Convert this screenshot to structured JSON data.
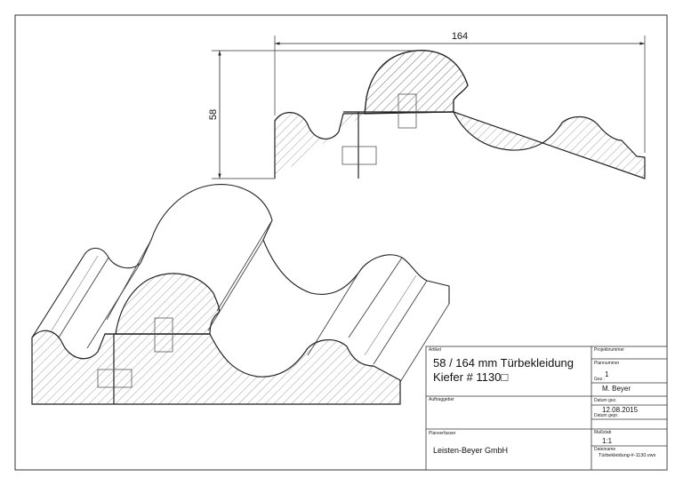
{
  "dimensions": {
    "width_label": "164",
    "height_label": "58"
  },
  "title_block": {
    "artikel_label": "Artikel",
    "artikel_line1": "58 / 164 mm Türbekleidung",
    "artikel_line2": "Kiefer # 1130□",
    "projektnummer_label": "Projektnummer",
    "plannummer_label": "Plannummer",
    "plannummer": "1",
    "gez_label": "Gez.:",
    "gez": "M. Beyer",
    "datum_gez_label": "Datum gez.",
    "datum_gez": "12.08.2015",
    "datum_gepr_label": "Datum gepr.",
    "auftraggeber_label": "Auftraggeber",
    "planverfasser_label": "Planverfasser",
    "planverfasser": "Leisten-Beyer GmbH",
    "massstab_label": "Maßstab",
    "massstab": "1:1",
    "dateiname_label": "Dateiname",
    "dateiname": "Türbekleidung-#-1130.vwx"
  }
}
